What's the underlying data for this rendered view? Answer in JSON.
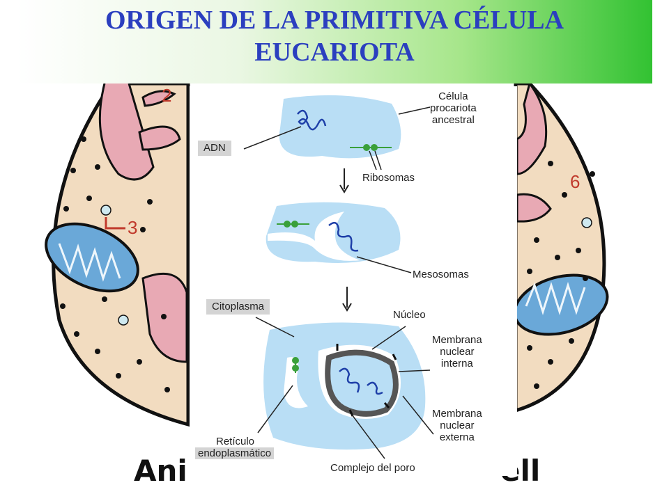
{
  "title": {
    "line1": "ORIGEN DE LA PRIMITIVA CÉLULA",
    "line2": "EUCARIOTA"
  },
  "background_cell": {
    "numbers": [
      "2",
      "3",
      "6"
    ],
    "caption_left": "Ani",
    "caption_right": "ell"
  },
  "diagram": {
    "labels": {
      "celula": [
        "Célula",
        "procariota",
        "ancestral"
      ],
      "adn": "ADN",
      "ribosomas": "Ribosomas",
      "mesosomas": "Mesosomas",
      "citoplasma": "Citoplasma",
      "nucleo": "Núcleo",
      "membrana_interna": [
        "Membrana",
        "nuclear",
        "interna"
      ],
      "membrana_externa": [
        "Membrana",
        "nuclear",
        "externa"
      ],
      "reticulo": [
        "Retículo",
        "endoplasmático"
      ],
      "complejo_poro": "Complejo del poro"
    }
  },
  "colors": {
    "title": "#2b3fbf",
    "cell_fill": "#b9def5",
    "dna": "#1e3fa8",
    "ribosome": "#3aa03a",
    "bg_cytoplasm": "#f2dcc0",
    "bg_membrane": "#e8a9b4"
  }
}
